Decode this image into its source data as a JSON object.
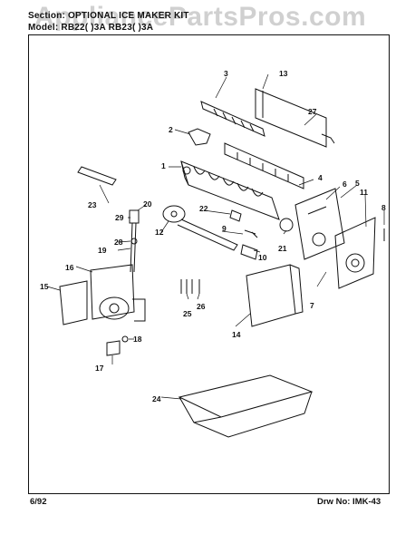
{
  "header": {
    "watermark": "AppliancePartsPros.com",
    "section_line": "Section: OPTIONAL ICE MAKER KIT",
    "model_line": "Model: RB22(  )3A  RB23(  )3A"
  },
  "footer": {
    "date": "6/92",
    "drawing_number": "Drw No: IMK-43"
  },
  "callouts": [
    "1",
    "2",
    "3",
    "4",
    "5",
    "6",
    "7",
    "8",
    "9",
    "10",
    "11",
    "12",
    "13",
    "14",
    "15",
    "16",
    "17",
    "18",
    "19",
    "20",
    "21",
    "22",
    "23",
    "24",
    "25",
    "26",
    "27",
    "28",
    "29"
  ]
}
